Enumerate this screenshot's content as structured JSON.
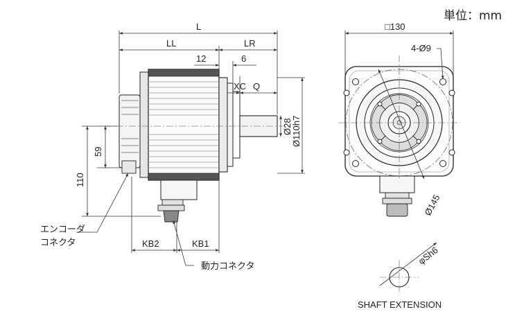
{
  "unit_label": "単位：mm",
  "dimensions": {
    "L": "L",
    "LL": "LL",
    "LR": "LR",
    "d12": "12",
    "d6": "6",
    "XC": "XC",
    "Q": "Q",
    "d28": "Ø28",
    "d110h7": "Ø110h7",
    "d59": "59",
    "d110": "110",
    "KB2": "KB2",
    "KB1": "KB1",
    "sq130": "□130",
    "holes": "4-Ø9",
    "d145": "Ø145",
    "shaft": "φSh6"
  },
  "labels": {
    "encoder_line1": "エンコーダ",
    "encoder_line2": "コネクタ",
    "power_connector": "動力コネクタ",
    "shaft_extension": "SHAFT EXTENSION"
  }
}
